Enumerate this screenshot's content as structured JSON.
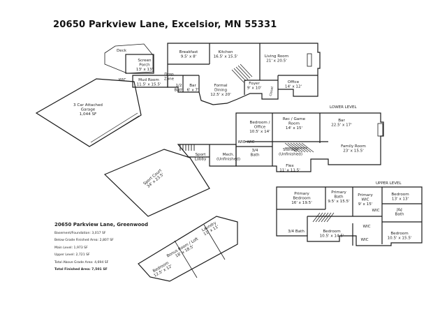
{
  "title": "20650 Parkview Lane, Excelsior, MN 55331",
  "levels": {
    "lower": "LOWER LEVEL",
    "upper": "UPPER LEVEL"
  },
  "stats": {
    "title": "20650 Parkview Lane, Greenwood",
    "rows": [
      "Basement/Foundation: 3,017 SF",
      "Below Grade Finished Area: 2,807 SF",
      "Main Level: 1,973 SF",
      "Upper Level: 2,721 SF",
      "Total Above Grade Area: 4,694 SF"
    ],
    "total": "Total Finished Area: 7,501 SF"
  },
  "main_level": {
    "deck": "Deck",
    "screen_porch": "Screen\nPorch\n13' x 13'",
    "breakfast": "Breakfast\n9.5' x 8'",
    "kitchen": "Kitchen\n16.5' x 15.5'",
    "living_room": "Living Room\n21' x 20.5'",
    "wic": "WIC",
    "mud_room": "Mud Room\n11.5' x 15.5'",
    "drop_zone": "Drop\nZone",
    "half_bath": "1/2\nBath",
    "bar": "Bar\n6' x 7'",
    "formal_dining": "Formal\nDining\n12.5' x 20'",
    "foyer": "Foyer\n9' x 10'",
    "office": "Office\n14' x 12'",
    "closet": "Closet",
    "garage": "3 Car Attached\nGarage\n\n1,044 SF"
  },
  "lower_level": {
    "bedroom": "Bedroom /\nOffice\n10.5' x 14'",
    "rec_room": "Rec / Game\nRoom\n14' x 15'",
    "bar": "Bar\n22.5' x 17'",
    "wic": "WIC",
    "wic2": "WIC",
    "sport_lobby": "Sport\nLobby",
    "mech": "Mech.\n(Unfinished)",
    "bath": "3/4\nBath",
    "storage": "Storage\n(Unfinished)",
    "family_room": "Family Room\n23' x 15.5'",
    "flex": "Flex\n11' x 11.5'",
    "sport_court": "Sport Court\n34' x 23.5'"
  },
  "upper_level": {
    "primary_bedroom": "Primary\nBedroom\n16' x 19.5'",
    "primary_bath": "Primary\nBath\n9.5' x 15.5'",
    "primary_wic": "Primary\nWIC\n9' x 15'",
    "bedroom_ne": "Bedroom\n13' x 13'",
    "jj_bath": "J&J\nBath",
    "wic_a": "WIC",
    "wic_b": "WIC",
    "wic_c": "WIC",
    "bath_34": "3/4 Bath",
    "bedroom_mid": "Bedroom\n10.5' x 14.5'",
    "bedroom_se": "Bedroom\n10.5' x 15.5'",
    "laundry": "Laundry\n11' x 11'",
    "bonus_room": "Bonus Room / Loft\n18' x 18.5'",
    "bedroom_sw": "Bedroom\n12.5' x 12'"
  }
}
